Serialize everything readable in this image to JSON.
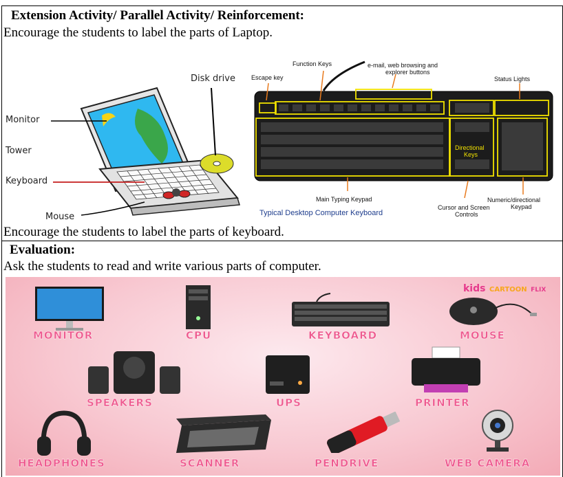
{
  "extension": {
    "heading": "Extension Activity/ Parallel Activity/ Reinforcement:",
    "instruction_laptop": "Encourage the students to label the parts of Laptop.",
    "instruction_keyboard": "Encourage the students to label the parts of keyboard."
  },
  "laptop_labels": {
    "disk_drive": "Disk drive",
    "monitor": "Monitor",
    "tower": "Tower",
    "keyboard": "Keyboard",
    "mouse": "Mouse"
  },
  "keyboard_labels": {
    "function_keys": "Function Keys",
    "email_line1": "e-mail, web browsing and",
    "email_line2": "explorer buttons",
    "escape_key": "Escape key",
    "status_lights": "Status Lights",
    "directional_line1": "Directional",
    "directional_line2": "Keys",
    "main_typing": "Main Typing Keypad",
    "numeric_line1": "Numeric/directional",
    "numeric_line2": "Keypad",
    "cursor_line1": "Cursor and Screen",
    "cursor_line2": "Controls",
    "caption": "Typical Desktop Computer Keyboard"
  },
  "evaluation": {
    "heading": "Evaluation:",
    "instruction": "Ask the students to read and write various parts of computer."
  },
  "devices": {
    "monitor": "MONITOR",
    "cpu": "CPU",
    "keyboard": "KEYBOARD",
    "mouse": "MOUSE",
    "speakers": "SPEAKERS",
    "ups": "UPS",
    "printer": "PRINTER",
    "headphones": "HEADPHONES",
    "scanner": "SCANNER",
    "pendrive": "PENDRIVE",
    "web_camera": "WEB CAMERA"
  },
  "logo": {
    "top": "kids",
    "middle": "CARTOON",
    "suffix": "FLIX"
  },
  "colors": {
    "device_label": "#ee5a8f",
    "keyboard_highlight": "#f2e200",
    "panel_pink": "#f8c9d2"
  }
}
